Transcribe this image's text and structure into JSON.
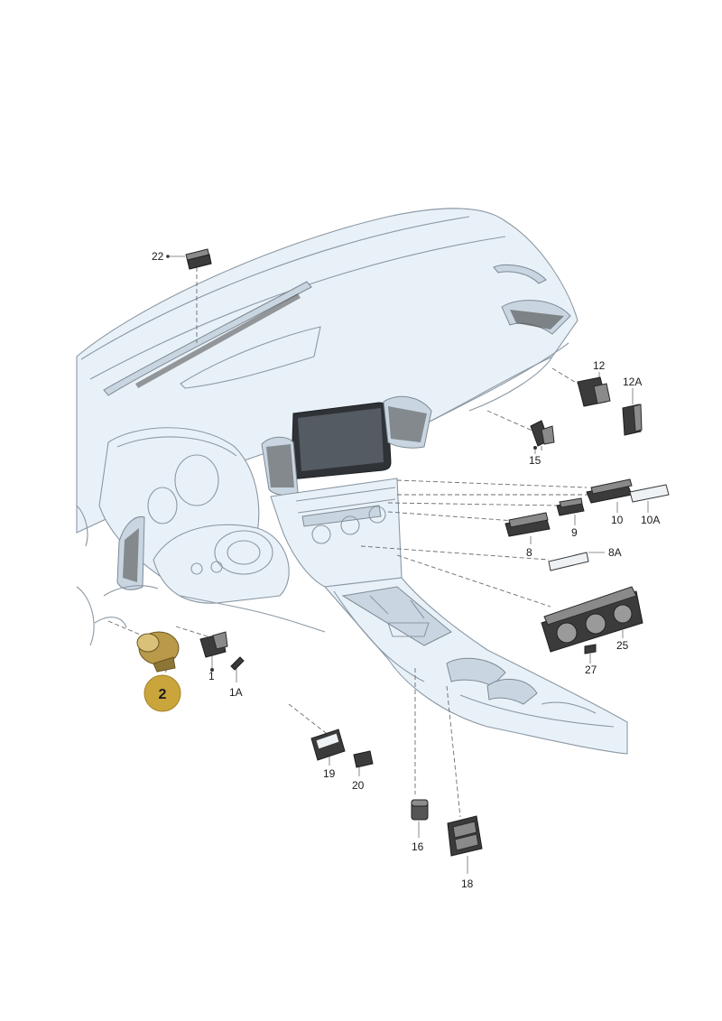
{
  "callouts": [
    {
      "id": "22",
      "label": "22"
    },
    {
      "id": "12",
      "label": "12"
    },
    {
      "id": "12a",
      "label": "12A"
    },
    {
      "id": "15",
      "label": "15"
    },
    {
      "id": "10",
      "label": "10"
    },
    {
      "id": "10a",
      "label": "10A"
    },
    {
      "id": "9",
      "label": "9"
    },
    {
      "id": "8",
      "label": "8"
    },
    {
      "id": "8a",
      "label": "8A"
    },
    {
      "id": "25",
      "label": "25"
    },
    {
      "id": "27",
      "label": "27"
    },
    {
      "id": "1",
      "label": "1"
    },
    {
      "id": "1a",
      "label": "1A"
    },
    {
      "id": "19",
      "label": "19"
    },
    {
      "id": "20",
      "label": "20"
    },
    {
      "id": "16",
      "label": "16"
    },
    {
      "id": "18",
      "label": "18"
    }
  ],
  "highlight": {
    "label": "2",
    "color": "#c9a53b"
  },
  "colors": {
    "dashboard": "#e9f1f8",
    "outline": "#8b98a4",
    "part": "#3b3b3b"
  }
}
